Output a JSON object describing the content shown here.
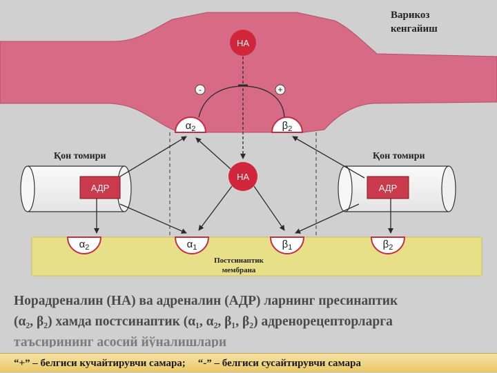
{
  "labels": {
    "varicosity_line1": "Варикоз",
    "varicosity_line2": "кенгайиш",
    "vessel_left": "Қон томири",
    "vessel_right": "Қон томири",
    "ne_top": "НА",
    "ne_middle": "НА",
    "adr_left": "АДР",
    "adr_right": "АДР",
    "minus_sign": "-",
    "plus_sign": "+",
    "membrane_line1": "Постсинаптик",
    "membrane_line2": "мембрана"
  },
  "receptors": {
    "pre_alpha2": {
      "sym": "α",
      "sub": "2"
    },
    "pre_beta2": {
      "sym": "β",
      "sub": "2"
    },
    "post_alpha2": {
      "sym": "α",
      "sub": "2"
    },
    "post_alpha1": {
      "sym": "α",
      "sub": "1"
    },
    "post_beta1": {
      "sym": "β",
      "sub": "1"
    },
    "post_beta2": {
      "sym": "β",
      "sub": "2"
    }
  },
  "caption": {
    "line1": "Норадреналин (НА) ва адреналин (АДР) ларнинг пресинаптик",
    "line2": "(α₂, β₂) хамда постсинаптик (α₁, α₂, β₁, β₂) адренорецепторларга",
    "line3": "таъсирининг асосий йўналишлари"
  },
  "legend": {
    "plus": "“+” – белгиси кучайтирувчи  самара;",
    "minus": "“-” – белгиси сусайтирувчи самара"
  },
  "colors": {
    "varicosity_fill": "#d76a84",
    "ne_circle": "#d0263c",
    "adr_box": "#c83a4c",
    "membrane": "#e8e088",
    "receptor_outline": "#c22e44"
  }
}
